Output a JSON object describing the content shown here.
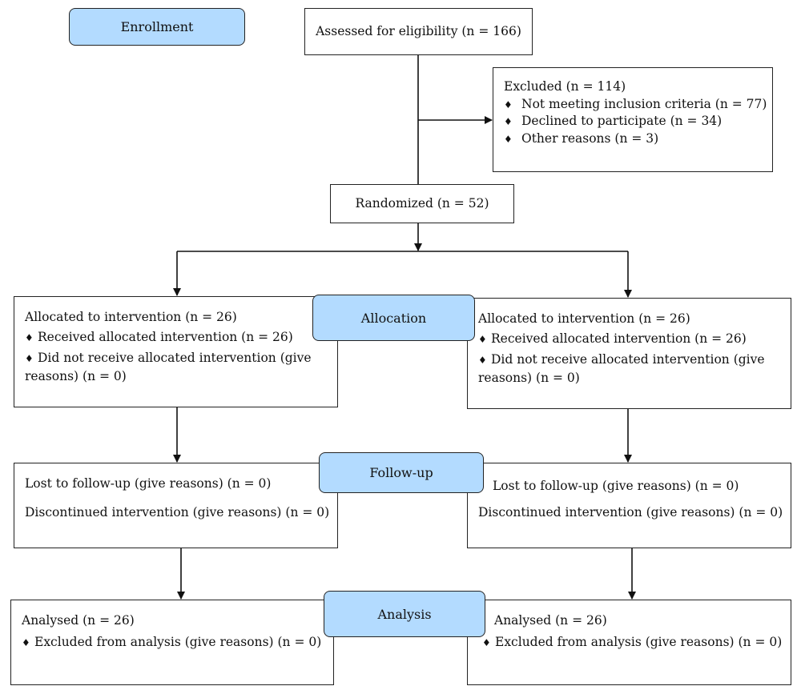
{
  "stages": {
    "enrollment": "Enrollment",
    "allocation": "Allocation",
    "follow_up": "Follow-up",
    "analysis": "Analysis"
  },
  "assessed": "Assessed for eligibility (n = 166)",
  "excluded": {
    "title": "Excluded (n = 114)",
    "items": [
      "Not meeting inclusion criteria (n = 77)",
      "Declined to participate (n = 34)",
      "Other reasons (n = 3)"
    ]
  },
  "randomized": "Randomized (n = 52)",
  "allocation": {
    "left": {
      "title": "Allocated to intervention (n = 26)",
      "received": "Received allocated intervention (n = 26)",
      "not_received_1": "Did not receive allocated intervention (give",
      "not_received_2": "reasons) (n = 0)"
    },
    "right": {
      "title": "Allocated to intervention (n = 26)",
      "received": "Received allocated intervention (n = 26)",
      "not_received_1": "Did not receive allocated intervention (give",
      "not_received_2": "reasons) (n = 0)"
    }
  },
  "follow_up": {
    "left": {
      "lost": "Lost to follow-up (give reasons) (n = 0)",
      "discontinued": "Discontinued intervention (give reasons) (n = 0)"
    },
    "right": {
      "lost": "Lost to follow-up (give reasons) (n = 0)",
      "discontinued": "Discontinued intervention (give reasons) (n = 0)"
    }
  },
  "analysis": {
    "left": {
      "analysed": "Analysed (n = 26)",
      "excluded": "Excluded from analysis (give reasons) (n = 0)"
    },
    "right": {
      "analysed": "Analysed (n = 26)",
      "excluded": "Excluded from analysis (give reasons) (n = 0)"
    }
  },
  "bullet_symbol": "♦",
  "colors": {
    "stage_fill": "#b3dbff",
    "line": "#111111"
  }
}
